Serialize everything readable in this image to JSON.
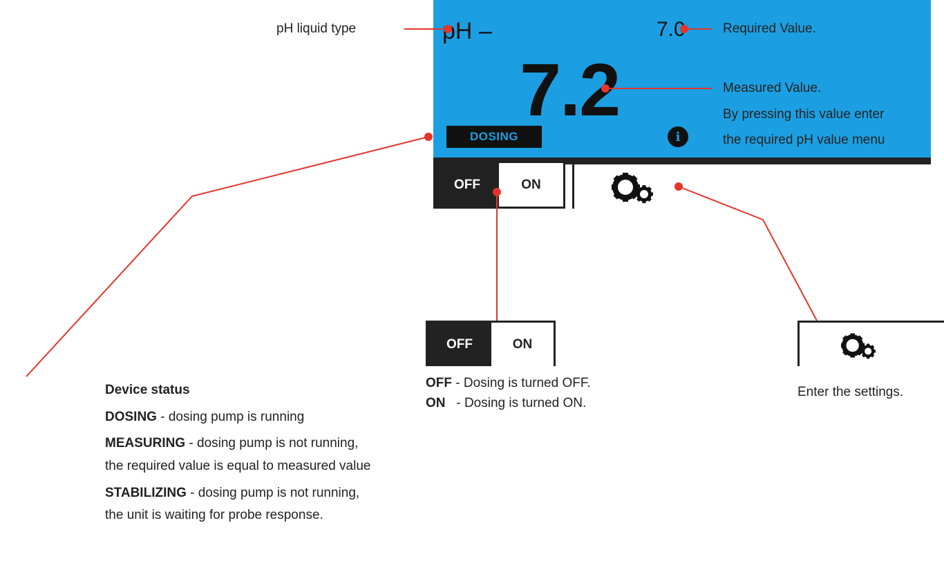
{
  "screen": {
    "liquid_type": "pH –",
    "required_value": "7.0",
    "measured_value": "7.2",
    "status": "DOSING",
    "info_icon": "i"
  },
  "toggle": {
    "off_label": "OFF",
    "on_label": "ON"
  },
  "callouts": {
    "liquid_type": "pH liquid type",
    "required_value": "Required Value.",
    "measured_line1": "Measured Value.",
    "measured_line2": "By pressing this value enter",
    "measured_line3": "the required pH value menu"
  },
  "device_status": {
    "heading": "Device status",
    "dosing_term": "DOSING",
    "dosing_desc": " - dosing pump is running",
    "measuring_term": "MEASURING",
    "measuring_desc": " - dosing pump is not running,",
    "measuring_desc2": "the required value is equal to measured value",
    "stabilizing_term": "STABILIZING",
    "stabilizing_desc": " - dosing pump is not running,",
    "stabilizing_desc2": "the unit is waiting for probe response."
  },
  "toggle_legend": {
    "off_term": "OFF",
    "off_desc": " - Dosing is turned OFF.",
    "on_term": "ON",
    "on_desc": "   - Dosing is turned ON."
  },
  "settings_legend": {
    "text": "Enter the settings."
  },
  "icons": {
    "gear": "gear-icon",
    "info": "info-icon"
  },
  "colors": {
    "screen": "#1b9fe2",
    "callout_line": "#e5352b",
    "dark": "#222222"
  }
}
